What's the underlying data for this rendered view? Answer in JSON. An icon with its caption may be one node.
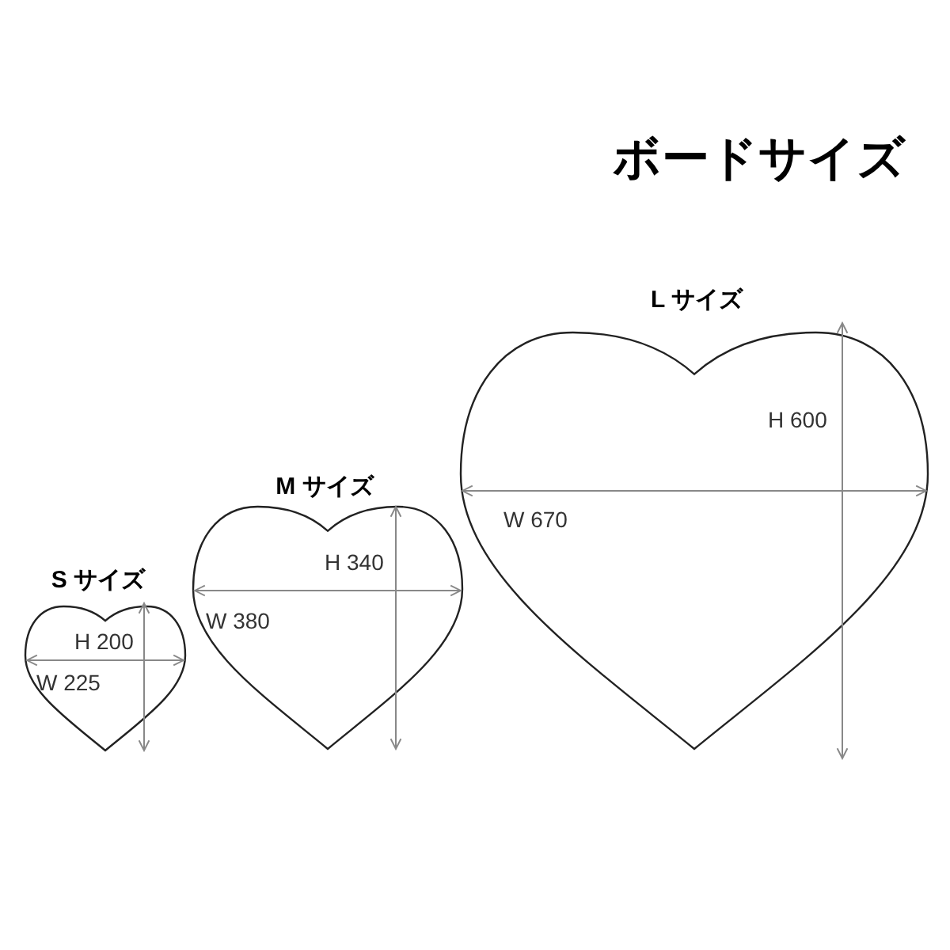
{
  "diagram": {
    "title": "ボードサイズ",
    "nodes": [
      {
        "text": [
          "L サイズ"
        ]
      },
      {
        "text": [
          "M サイズ"
        ]
      },
      {
        "text": [
          "S サイズ"
        ]
      }
    ],
    "labels": [
      "H 600",
      "W 670",
      "H 340",
      "W 380",
      "H 200",
      "W 225"
    ]
  }
}
